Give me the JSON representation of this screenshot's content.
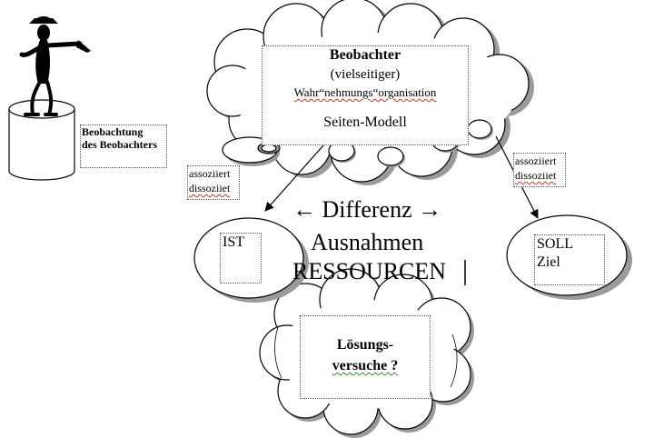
{
  "observer_box": {
    "title": "Beobachter",
    "line1": "(vielseitiger)",
    "line2": "Wahr“nehmungs“organisation",
    "model": "Seiten-Modell"
  },
  "self_observation": {
    "line1": "Beobachtung",
    "line2": "des Beobachters"
  },
  "assoc_left": {
    "line1": "assoziiert",
    "line2": "dissoziiet"
  },
  "assoc_right": {
    "line1": "assoziiert",
    "line2": "dissoziiet"
  },
  "center_text": {
    "arrow_left": "←",
    "differenz": "Differenz",
    "arrow_right": "→",
    "ausnahmen": "Ausnahmen",
    "ressourcen": "RESSOURCEN"
  },
  "ist_label": "IST",
  "soll": {
    "line1": "SOLL",
    "line2": "Ziel"
  },
  "solutions": {
    "line1": "Lösungs-",
    "line2": "versuche ?"
  }
}
